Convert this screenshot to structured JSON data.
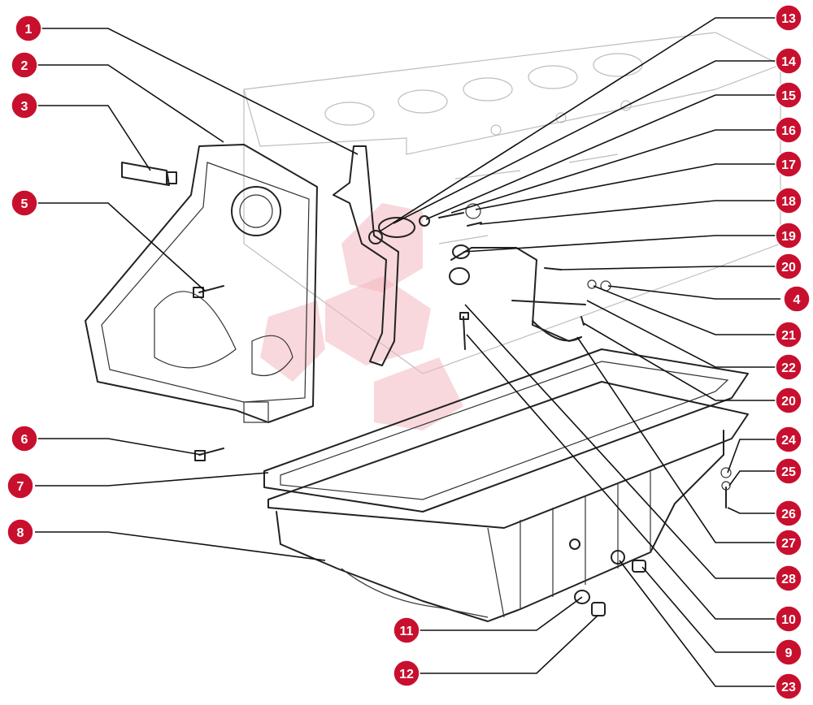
{
  "diagram": {
    "callouts": [
      {
        "id": "c1",
        "label": "1"
      },
      {
        "id": "c2",
        "label": "2"
      },
      {
        "id": "c3",
        "label": "3"
      },
      {
        "id": "c5",
        "label": "5"
      },
      {
        "id": "c6",
        "label": "6"
      },
      {
        "id": "c7",
        "label": "7"
      },
      {
        "id": "c8",
        "label": "8"
      },
      {
        "id": "c13",
        "label": "13"
      },
      {
        "id": "c14",
        "label": "14"
      },
      {
        "id": "c15",
        "label": "15"
      },
      {
        "id": "c16",
        "label": "16"
      },
      {
        "id": "c17",
        "label": "17"
      },
      {
        "id": "c18",
        "label": "18"
      },
      {
        "id": "c19",
        "label": "19"
      },
      {
        "id": "c20a",
        "label": "20"
      },
      {
        "id": "c4",
        "label": "4"
      },
      {
        "id": "c21",
        "label": "21"
      },
      {
        "id": "c22",
        "label": "22"
      },
      {
        "id": "c20b",
        "label": "20"
      },
      {
        "id": "c24",
        "label": "24"
      },
      {
        "id": "c25",
        "label": "25"
      },
      {
        "id": "c26",
        "label": "26"
      },
      {
        "id": "c27",
        "label": "27"
      },
      {
        "id": "c28",
        "label": "28"
      },
      {
        "id": "c10",
        "label": "10"
      },
      {
        "id": "c9",
        "label": "9"
      },
      {
        "id": "c23",
        "label": "23"
      },
      {
        "id": "c11",
        "label": "11"
      },
      {
        "id": "c12",
        "label": "12"
      }
    ],
    "colors": {
      "badge": "#c8102e",
      "line": "#111111",
      "watermark": "#f3b8bf"
    }
  }
}
